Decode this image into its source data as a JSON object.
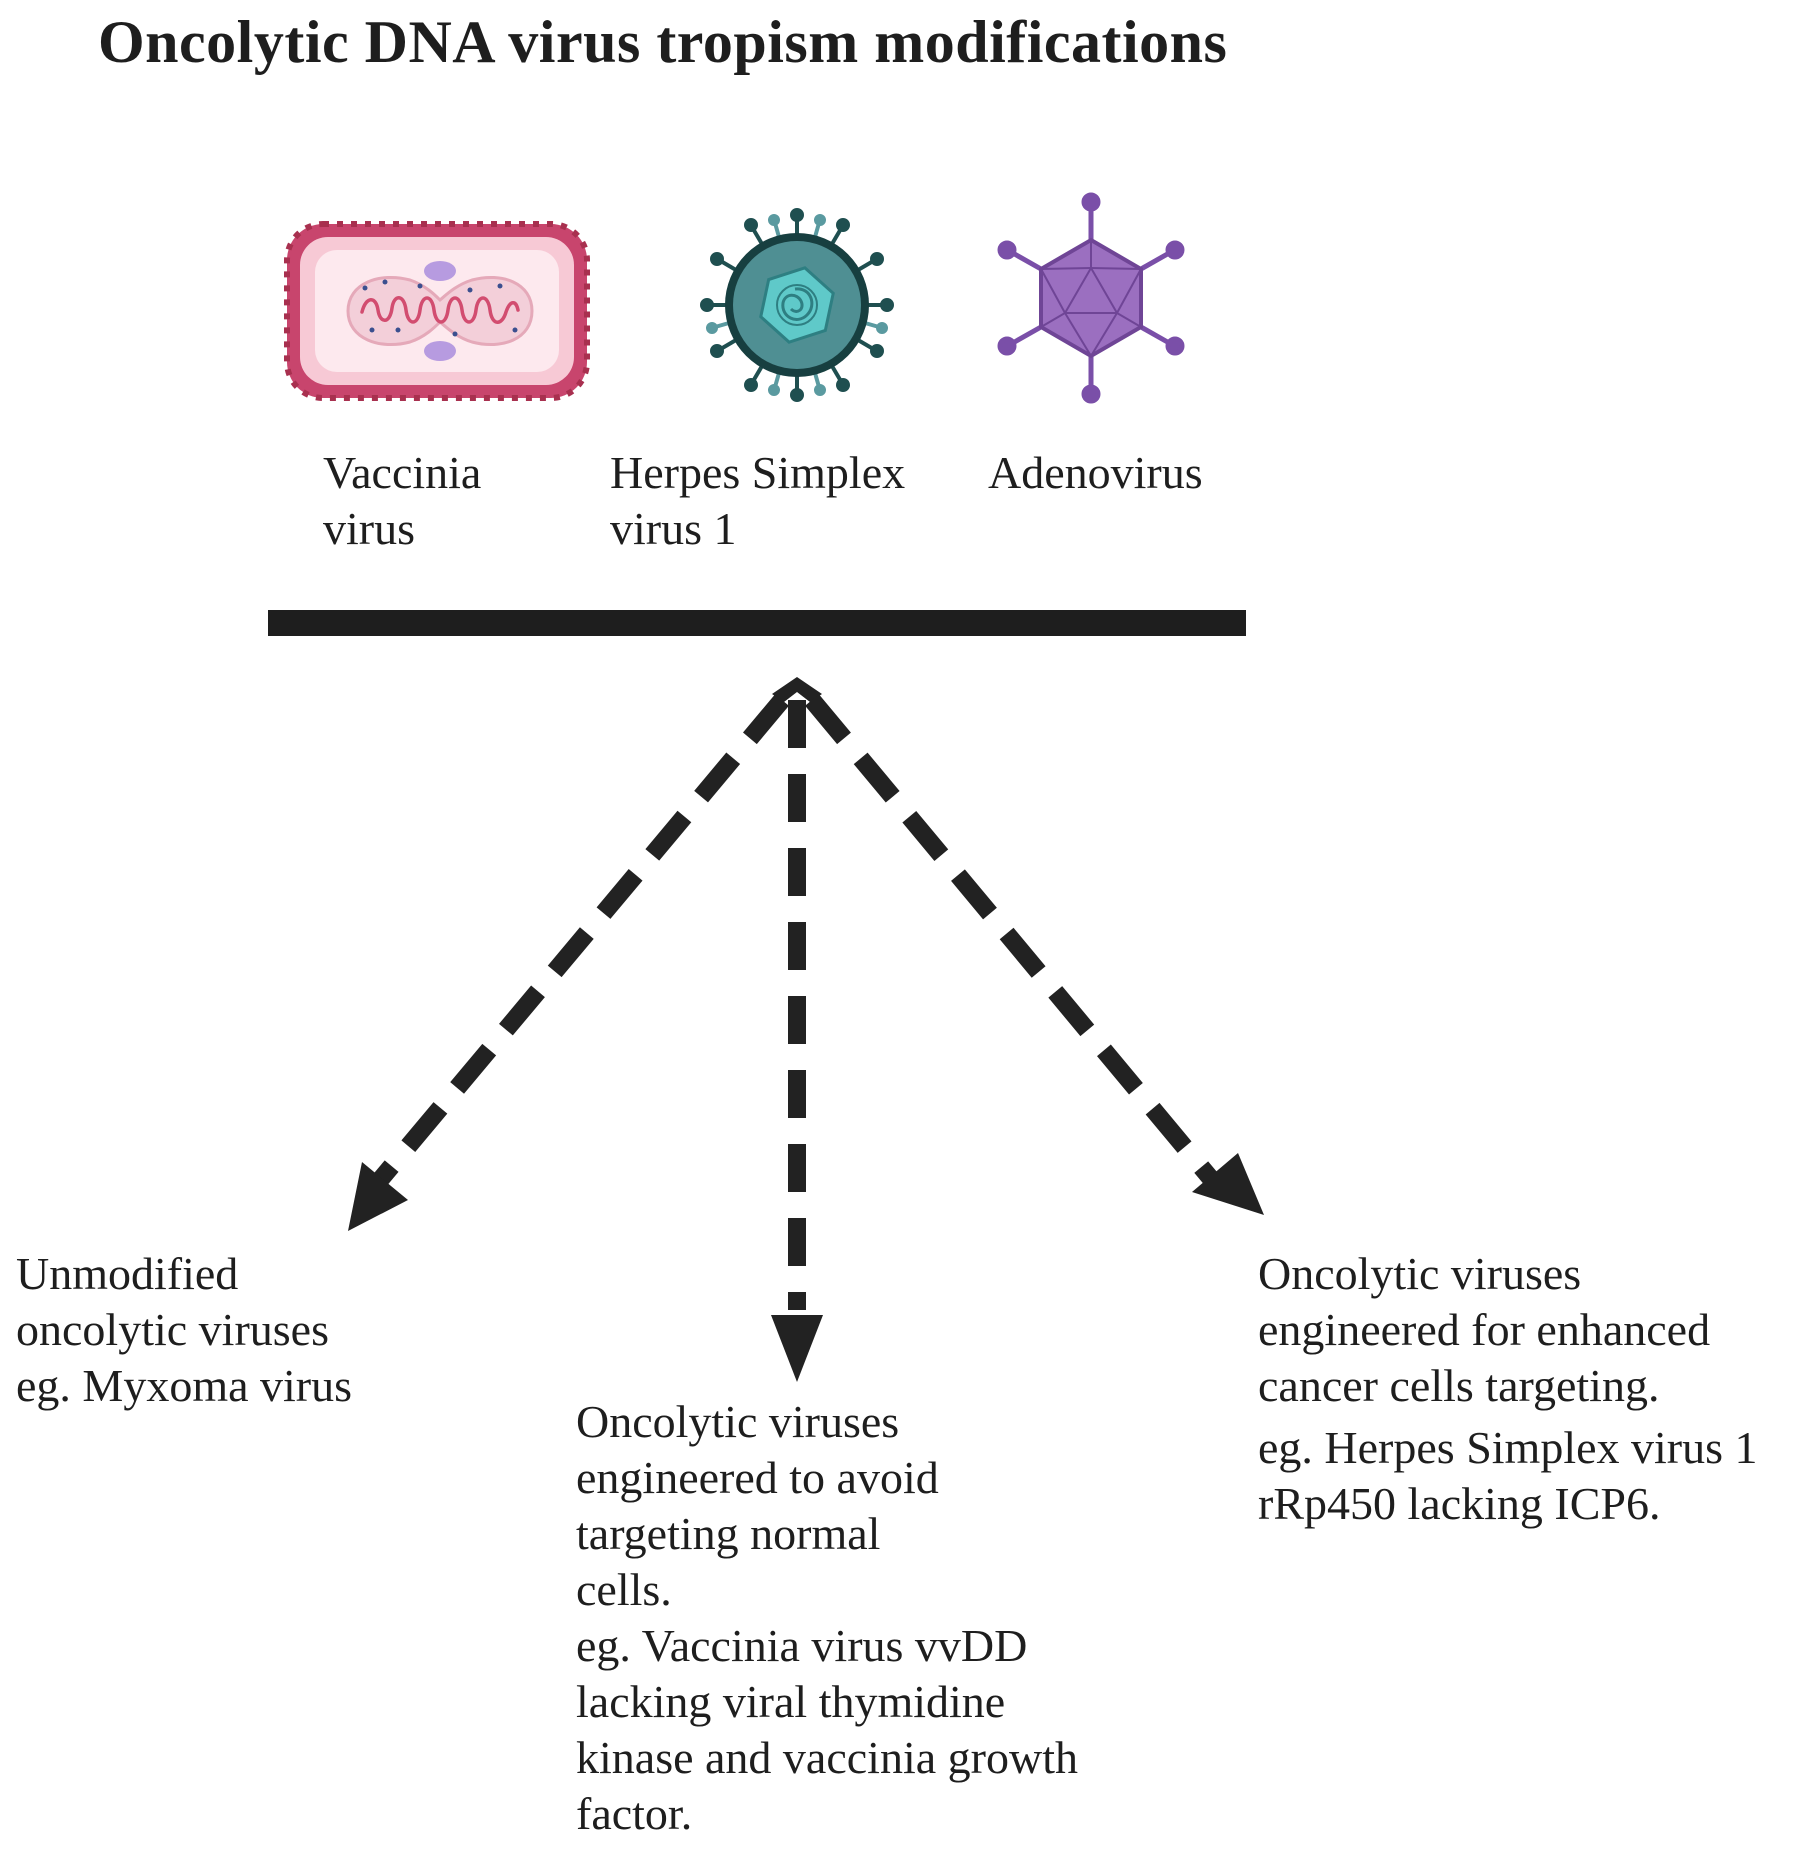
{
  "title": "Oncolytic DNA virus tropism modifications",
  "viruses": [
    {
      "line1": "Vaccinia",
      "line2": "virus",
      "icon": "vaccinia-virus-icon"
    },
    {
      "line1": "Herpes Simplex",
      "line2": "virus 1",
      "icon": "herpes-simplex-virus-icon"
    },
    {
      "line1": "Adenovirus",
      "line2": "",
      "icon": "adenovirus-icon"
    }
  ],
  "outcomes": {
    "left": {
      "lines": [
        "Unmodified",
        "oncolytic viruses",
        "eg. Myxoma virus"
      ]
    },
    "middle": {
      "lines": [
        "Oncolytic viruses",
        "engineered to avoid",
        "targeting normal",
        "cells.",
        "eg. Vaccinia virus vvDD",
        "lacking viral thymidine",
        "kinase and vaccinia growth",
        "factor."
      ]
    },
    "right": {
      "lines": [
        "Oncolytic viruses",
        "engineered for enhanced",
        "cancer cells targeting."
      ],
      "example_lines": [
        "eg. Herpes Simplex virus 1",
        "rRp450 lacking ICP6."
      ]
    }
  },
  "colors": {
    "arrow": "#222222",
    "vaccinia_border": "#c8456d",
    "vaccinia_fill": "#f6c7d3",
    "hsv_capsid": "#4f8f93",
    "hsv_core": "#5fc9c9",
    "adeno_fill": "#9b6fc0"
  }
}
